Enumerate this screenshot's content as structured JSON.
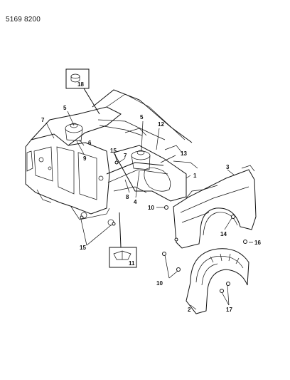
{
  "document_id": "5169 8200",
  "callouts": {
    "c1": "1",
    "c2": "2",
    "c3": "3",
    "c4": "4",
    "c5a": "5",
    "c5b": "5",
    "c6": "6",
    "c7a": "7",
    "c7b": "7",
    "c8": "8",
    "c9": "9",
    "c10a": "10",
    "c10b": "10",
    "c11": "11",
    "c12": "12",
    "c13": "13",
    "c14": "14",
    "c15a": "15",
    "c15b": "15",
    "c16": "16",
    "c17": "17",
    "c18": "18"
  }
}
